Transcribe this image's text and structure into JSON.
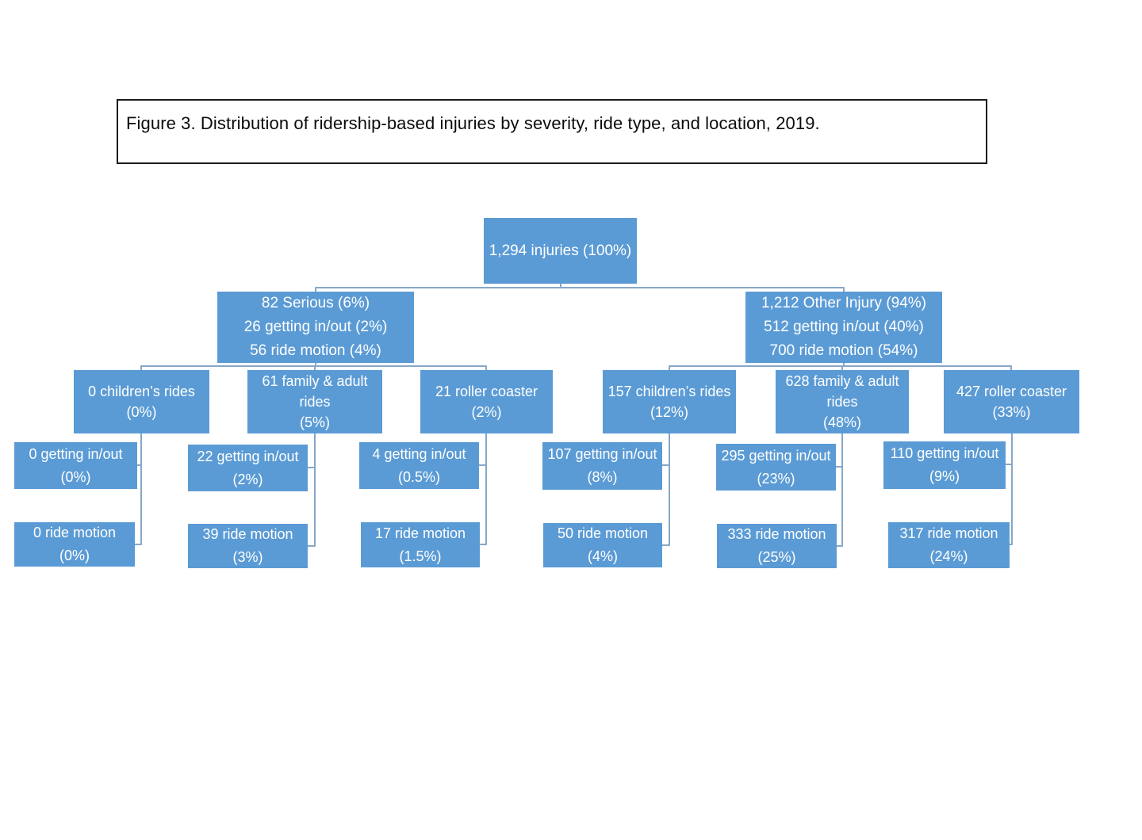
{
  "title": {
    "text": "Figure 3. Distribution of ridership-based injuries by severity, ride type, and location, 2019."
  },
  "colors": {
    "node_fill": "#5b9bd5",
    "node_text": "#ffffff",
    "connector": "#87a7c9",
    "title_border": "#1c1c1c",
    "background": "#ffffff"
  },
  "tree": {
    "total": {
      "lines": [
        "1,294 injuries (100%)"
      ]
    },
    "branches": [
      {
        "summary": {
          "lines": [
            "82 Serious (6%)",
            "26 getting in/out (2%)",
            "56 ride motion (4%)"
          ]
        },
        "children": [
          {
            "label": {
              "lines": [
                "0 children’s rides",
                "(0%)"
              ]
            },
            "getting": {
              "lines": [
                "0 getting in/out",
                "(0%)"
              ]
            },
            "ride": {
              "lines": [
                "0 ride motion",
                "(0%)"
              ]
            }
          },
          {
            "label": {
              "lines": [
                "61 family & adult",
                "rides",
                "(5%)"
              ]
            },
            "getting": {
              "lines": [
                "22 getting in/out",
                "(2%)"
              ]
            },
            "ride": {
              "lines": [
                "39 ride motion",
                "(3%)"
              ]
            }
          },
          {
            "label": {
              "lines": [
                "21 roller coaster",
                "(2%)"
              ]
            },
            "getting": {
              "lines": [
                "4 getting in/out",
                "(0.5%)"
              ]
            },
            "ride": {
              "lines": [
                "17 ride motion",
                "(1.5%)"
              ]
            }
          }
        ]
      },
      {
        "summary": {
          "lines": [
            "1,212 Other Injury (94%)",
            "512 getting in/out (40%)",
            "700 ride motion (54%)"
          ]
        },
        "children": [
          {
            "label": {
              "lines": [
                "157 children’s rides",
                "(12%)"
              ]
            },
            "getting": {
              "lines": [
                "107 getting in/out",
                "(8%)"
              ]
            },
            "ride": {
              "lines": [
                "50 ride motion",
                "(4%)"
              ]
            }
          },
          {
            "label": {
              "lines": [
                "628 family & adult",
                "rides",
                "(48%)"
              ]
            },
            "getting": {
              "lines": [
                "295 getting in/out",
                "(23%)"
              ]
            },
            "ride": {
              "lines": [
                "333 ride motion",
                "(25%)"
              ]
            }
          },
          {
            "label": {
              "lines": [
                "427 roller coaster",
                "(33%)"
              ]
            },
            "getting": {
              "lines": [
                "110 getting in/out",
                "(9%)"
              ]
            },
            "ride": {
              "lines": [
                "317 ride motion",
                "(24%)"
              ]
            }
          }
        ]
      }
    ]
  }
}
